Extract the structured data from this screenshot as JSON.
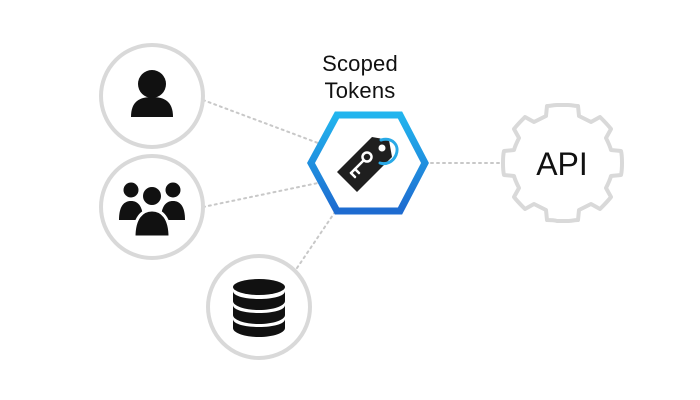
{
  "hub": {
    "label_line1": "Scoped",
    "label_line2": "Tokens",
    "icon": "key-tag-icon"
  },
  "api_node": {
    "label": "API",
    "icon": "gear-icon"
  },
  "nodes": [
    {
      "icon": "user-icon"
    },
    {
      "icon": "user-group-icon"
    },
    {
      "icon": "database-icon"
    }
  ],
  "colors": {
    "hex_gradient_top": "#22b5ee",
    "hex_gradient_bottom": "#1e6bd0",
    "circle_stroke": "#d9d9d9",
    "gear_stroke": "#d9d9d9",
    "connector": "#c8c8c8",
    "icon_fill": "#111111"
  }
}
